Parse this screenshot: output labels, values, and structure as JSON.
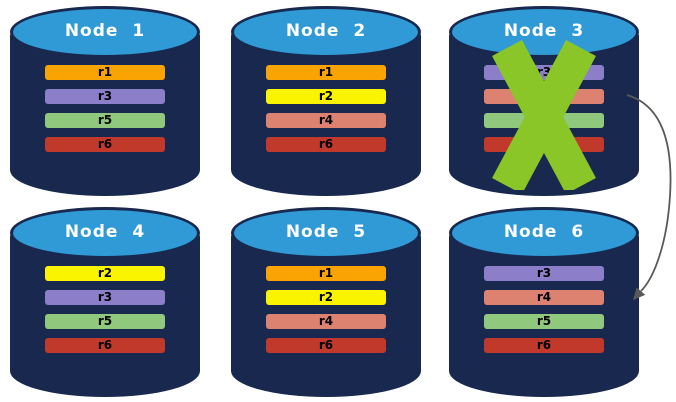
{
  "palette": {
    "background": "#FFFFFF",
    "cylinder_body": "#18284E",
    "cylinder_top": "#2F9AD6",
    "title_text": "#FFFFFF",
    "bar_label_text": "#000000"
  },
  "nodes": [
    {
      "title": "Node 1",
      "bars": [
        {
          "label": "r1",
          "color": "#F9A402"
        },
        {
          "label": "r3",
          "color": "#8C7EC8"
        },
        {
          "label": "r5",
          "color": "#90C87E"
        },
        {
          "label": "r6",
          "color": "#C0392B"
        }
      ]
    },
    {
      "title": "Node 2",
      "bars": [
        {
          "label": "r1",
          "color": "#F9A402"
        },
        {
          "label": "r2",
          "color": "#FBF400"
        },
        {
          "label": "r4",
          "color": "#DD8270"
        },
        {
          "label": "r6",
          "color": "#C0392B"
        }
      ]
    },
    {
      "title": "Node 3",
      "failed": true,
      "bars": [
        {
          "label": "r3",
          "color": "#8C7EC8"
        },
        {
          "label": "",
          "color": "#DD8270"
        },
        {
          "label": "",
          "color": "#90C87E"
        },
        {
          "label": "",
          "color": "#C0392B"
        }
      ]
    },
    {
      "title": "Node 4",
      "bars": [
        {
          "label": "r2",
          "color": "#FBF400"
        },
        {
          "label": "r3",
          "color": "#8C7EC8"
        },
        {
          "label": "r5",
          "color": "#90C87E"
        },
        {
          "label": "r6",
          "color": "#C0392B"
        }
      ]
    },
    {
      "title": "Node 5",
      "bars": [
        {
          "label": "r1",
          "color": "#F9A402"
        },
        {
          "label": "r2",
          "color": "#FBF400"
        },
        {
          "label": "r4",
          "color": "#DD8270"
        },
        {
          "label": "r6",
          "color": "#C0392B"
        }
      ]
    },
    {
      "title": "Node 6",
      "bars": [
        {
          "label": "r3",
          "color": "#8C7EC8"
        },
        {
          "label": "r4",
          "color": "#DD8270"
        },
        {
          "label": "r5",
          "color": "#90C87E"
        },
        {
          "label": "r6",
          "color": "#C0392B"
        }
      ]
    }
  ],
  "failure_mark": {
    "on_node": "Node 3",
    "color": "#8AC627"
  },
  "arrow": {
    "from_node": "Node 3",
    "to_node": "Node 6",
    "color": "#595959"
  }
}
